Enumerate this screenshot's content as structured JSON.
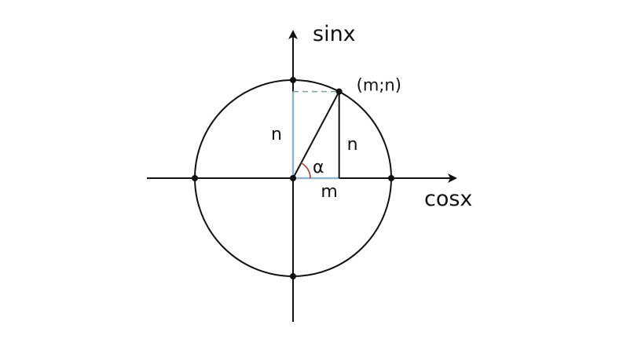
{
  "diagram": {
    "title": "",
    "labels": {
      "y_axis": "sinx",
      "x_axis": "cosx",
      "point": "(m;n)",
      "angle": "α",
      "seg_n_left": "n",
      "seg_n_right": "n",
      "seg_m": "m"
    },
    "point_angle_deg": 62,
    "colors": {
      "ink": "#111111",
      "projection_blue": "#8fb7c9",
      "guide_dashed": "#6fa89a",
      "angle_arc": "#c0392b"
    }
  }
}
